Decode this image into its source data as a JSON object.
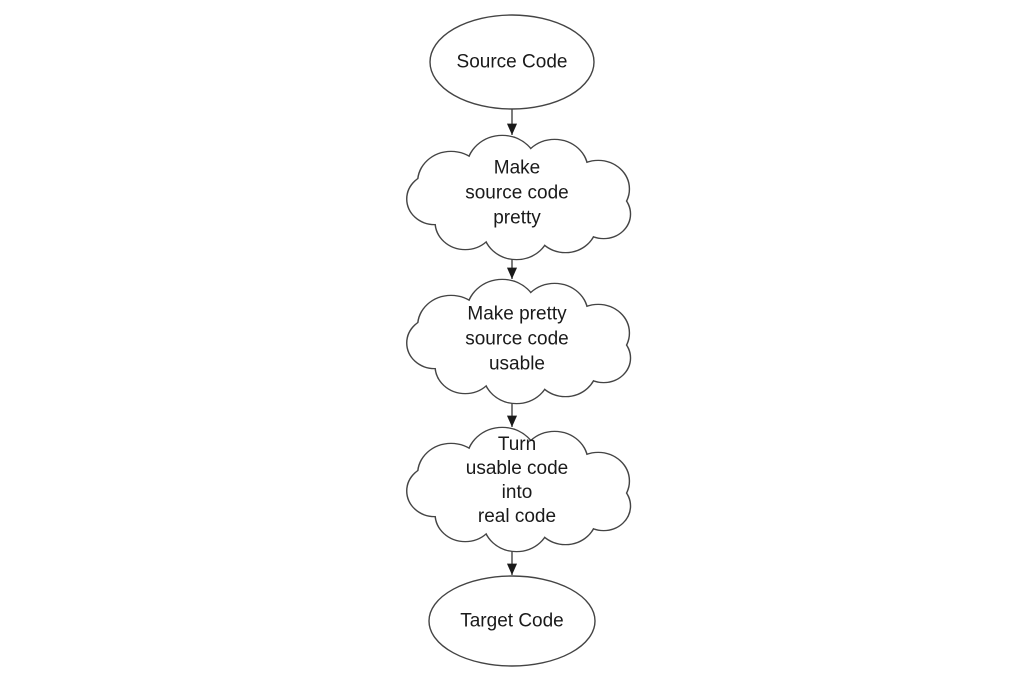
{
  "colors": {
    "background": "#ffffff",
    "stroke": "#444444",
    "text": "#1a1a1a",
    "arrowhead": "#1a1a1a"
  },
  "nodes": [
    {
      "id": "source-code",
      "shape": "ellipse",
      "lines": [
        "Source Code"
      ]
    },
    {
      "id": "make-pretty",
      "shape": "cloud",
      "lines": [
        "Make",
        "source code",
        "pretty"
      ]
    },
    {
      "id": "make-usable",
      "shape": "cloud",
      "lines": [
        "Make pretty",
        "source code",
        "usable"
      ]
    },
    {
      "id": "make-real",
      "shape": "cloud",
      "lines": [
        "Turn",
        "usable code",
        "into",
        "real code"
      ]
    },
    {
      "id": "target-code",
      "shape": "ellipse",
      "lines": [
        "Target Code"
      ]
    }
  ],
  "edges": [
    {
      "from": "source-code",
      "to": "make-pretty"
    },
    {
      "from": "make-pretty",
      "to": "make-usable"
    },
    {
      "from": "make-usable",
      "to": "make-real"
    },
    {
      "from": "make-real",
      "to": "target-code"
    }
  ]
}
